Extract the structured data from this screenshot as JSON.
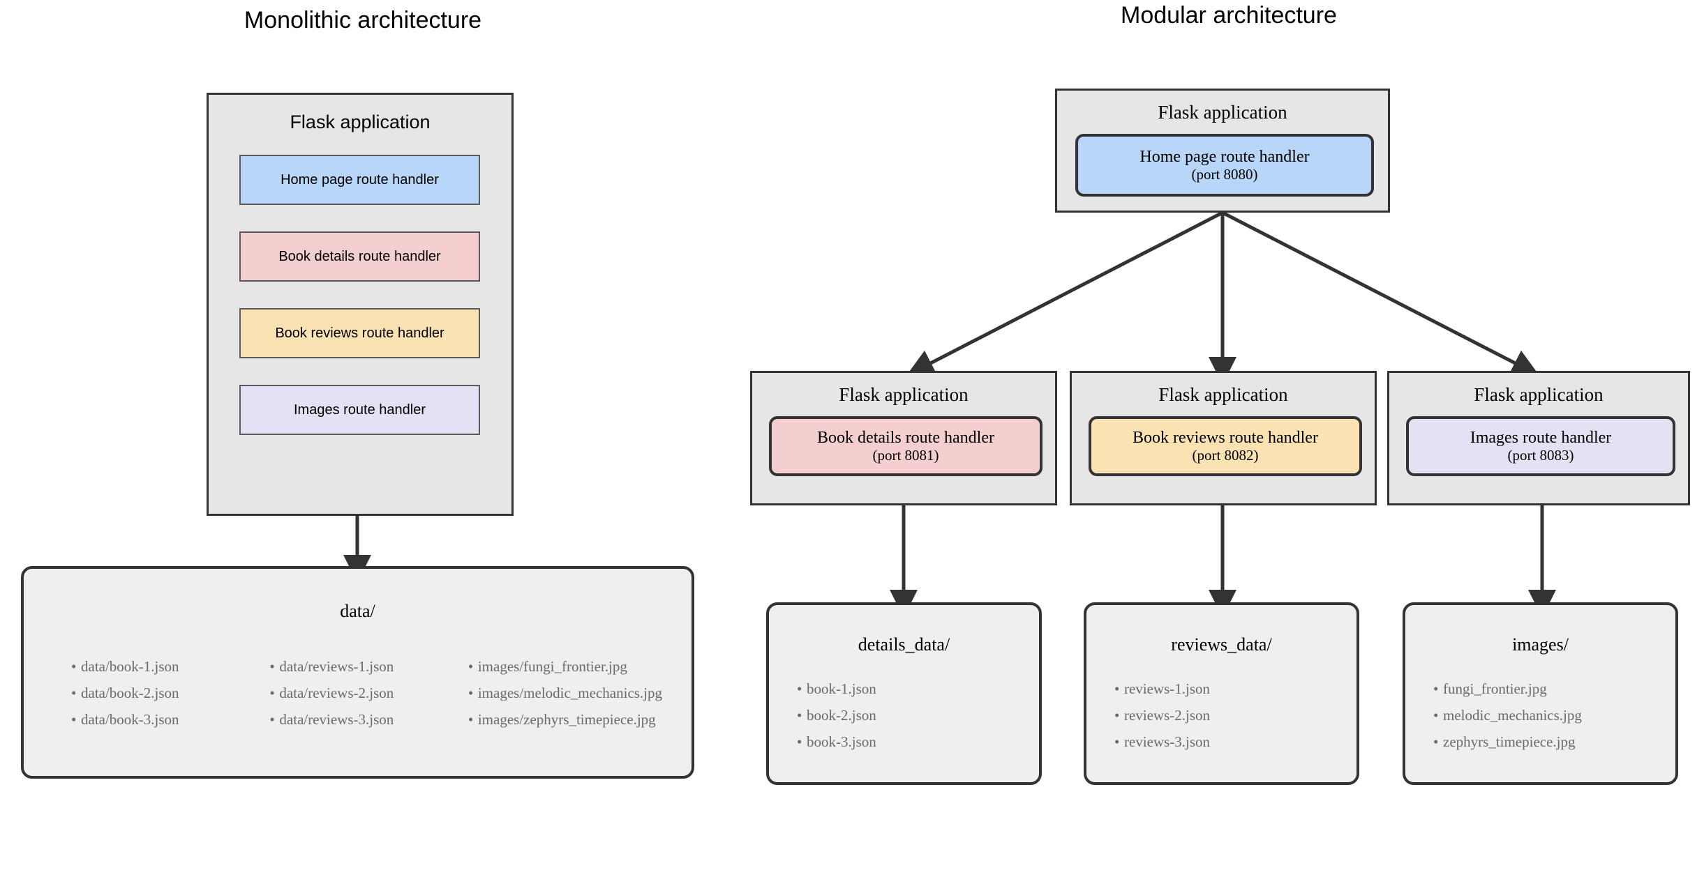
{
  "colors": {
    "shell_fill": "#e6e6e6",
    "shell_stroke": "#333333",
    "data_fill": "#efefef",
    "blue": "#b8d6f8",
    "red": "#f5cfcf",
    "yellow": "#fbe2b3",
    "lavender": "#e3e1f3",
    "arrow": "#333333",
    "file_text": "#6a6a6a"
  },
  "monolithic": {
    "title": "Monolithic architecture",
    "app": {
      "label": "Flask application",
      "handlers": [
        {
          "label": "Home page route handler",
          "color": "#b8d6f8"
        },
        {
          "label": "Book details route handler",
          "color": "#f5cfcf"
        },
        {
          "label": "Book reviews route handler",
          "color": "#fbe2b3"
        },
        {
          "label": "Images route handler",
          "color": "#e3e1f3"
        }
      ]
    },
    "storage": {
      "title": "data/",
      "columns": [
        [
          "data/book-1.json",
          "data/book-2.json",
          "data/book-3.json"
        ],
        [
          "data/reviews-1.json",
          "data/reviews-2.json",
          "data/reviews-3.json"
        ],
        [
          "images/fungi_frontier.jpg",
          "images/melodic_mechanics.jpg",
          "images/zephyrs_timepiece.jpg"
        ]
      ]
    }
  },
  "modular": {
    "title": "Modular architecture",
    "root_app": {
      "label": "Flask application",
      "handler": {
        "label": "Home page route handler",
        "port": "(port 8080)",
        "color": "#b8d6f8"
      }
    },
    "services": [
      {
        "app_label": "Flask application",
        "handler": {
          "label": "Book details route handler",
          "port": "(port 8081)",
          "color": "#f5cfcf"
        },
        "storage": {
          "title": "details_data/",
          "files": [
            "book-1.json",
            "book-2.json",
            "book-3.json"
          ]
        }
      },
      {
        "app_label": "Flask application",
        "handler": {
          "label": "Book reviews route handler",
          "port": "(port 8082)",
          "color": "#fbe2b3"
        },
        "storage": {
          "title": "reviews_data/",
          "files": [
            "reviews-1.json",
            "reviews-2.json",
            "reviews-3.json"
          ]
        }
      },
      {
        "app_label": "Flask application",
        "handler": {
          "label": "Images route handler",
          "port": "(port 8083)",
          "color": "#e3e1f3"
        },
        "storage": {
          "title": "images/",
          "files": [
            "fungi_frontier.jpg",
            "melodic_mechanics.jpg",
            "zephyrs_timepiece.jpg"
          ]
        }
      }
    ]
  }
}
